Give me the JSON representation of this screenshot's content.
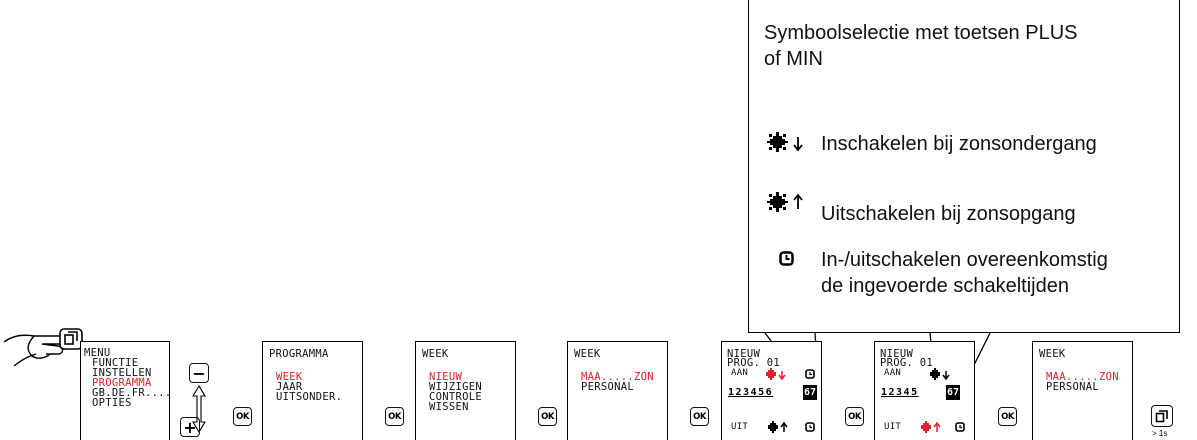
{
  "callout": {
    "header": "Symboolselectie met toetsen PLUS",
    "header2": "of MIN",
    "items": [
      {
        "icon": "sun-off-down-icon",
        "text": "Inschakelen bij zonsondergang"
      },
      {
        "icon": "sun-off-up-icon",
        "text": "Uitschakelen bij zonsopgang"
      },
      {
        "icon": "clock-icon",
        "text": "In-/uitschakelen overeenkomstig",
        "text2": "de ingevoerde schakeltijden"
      }
    ]
  },
  "screens": {
    "menu": {
      "title": "MENU",
      "items": [
        "FUNCTIE",
        "INSTELLEN",
        "PROGRAMMA",
        "GB.DE.FR....",
        "OPTIES"
      ],
      "selected": "PROGRAMMA"
    },
    "programma": {
      "title": "PROGRAMMA",
      "items": [
        "WEEK",
        "JAAR",
        "UITSONDER."
      ],
      "selected": "WEEK"
    },
    "week1": {
      "title": "WEEK",
      "items": [
        "NIEUW",
        "WIJZIGEN",
        "CONTROLE",
        "WISSEN"
      ],
      "selected": "NIEUW"
    },
    "week2": {
      "title": "WEEK",
      "items": [
        "MAA.....ZON",
        "PERSONAL"
      ],
      "selected": "MAA.....ZON"
    },
    "nieuw1": {
      "title": "NIEUW",
      "prog": "PROG. 01",
      "aan": "AAN",
      "uit": "UIT",
      "days": "123456",
      "days_highlight": "67"
    },
    "nieuw2": {
      "title": "NIEUW",
      "prog": "PROG. 01",
      "aan": "AAN",
      "uit": "UIT",
      "days": "12345",
      "days_highlight": "67"
    },
    "week3": {
      "title": "WEEK",
      "items": [
        "MAA.....ZON",
        "PERSONAL"
      ],
      "selected": "MAA.....ZON"
    }
  },
  "buttons": {
    "ok": "OK",
    "minus": "−",
    "plus": "+",
    "hold_label": "> 1s"
  },
  "colors": {
    "accent": "#e0202a"
  }
}
